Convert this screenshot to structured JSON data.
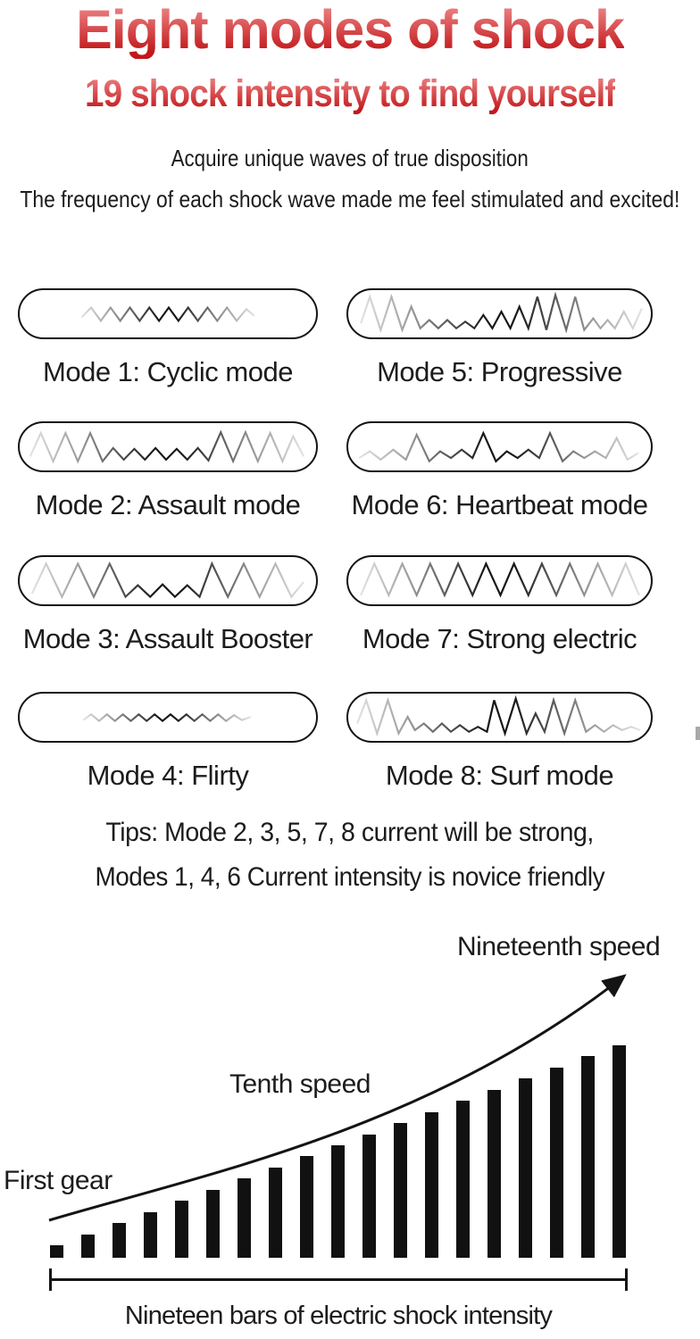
{
  "page": {
    "title": "Eight modes of shock",
    "subtitle": "19 shock intensity to find yourself",
    "tagline1": "Acquire unique waves of true disposition",
    "tagline2": "The frequency of each shock wave made me feel stimulated and excited!",
    "tips_line1": "Tips: Mode 2, 3, 5, 7, 8 current will be strong,",
    "tips_line2": "Modes 1, 4, 6 Current intensity is novice friendly"
  },
  "colors": {
    "title_gradient_top": "#ef8889",
    "title_gradient_bottom": "#c2181b",
    "text": "#1c1c1c",
    "wave_dark": "#161616",
    "wave_light": "#e3e3e3"
  },
  "modes": [
    {
      "label": "Mode 1: Cyclic mode",
      "wave": "70 33, 81 21, 92 37, 103 21, 114 37, 125 21, 136 37, 147 21, 158 37, 169 21, 180 37, 191 21, 202 37, 213 21, 224 37, 235 21, 246 37, 257 23, 266 31"
    },
    {
      "label": "Mode 2: Assault mode",
      "wave": "12 40, 24 12, 38 46, 52 12, 66 46, 80 12, 94 46, 106 30, 118 44, 130 31, 142 44, 154 30, 166 44, 178 31, 190 44, 202 30, 214 45, 228 11, 242 46, 256 11, 270 46, 284 12, 298 46, 310 16, 322 40"
    },
    {
      "label": "Mode 3: Assault Booster",
      "wave": "14 44, 30 8, 48 48, 66 8, 84 48, 102 8, 120 48, 134 34, 148 48, 162 33, 176 48, 190 34, 204 48, 218 8, 236 48, 254 8, 272 48, 290 8, 308 48, 322 30"
    },
    {
      "label": "Mode 4: Flirty",
      "wave": "72 32, 81 25, 90 33, 99 25, 108 33, 117 25, 126 33, 135 25, 144 33, 153 25, 162 33, 171 25, 180 33, 189 25, 198 33, 207 25, 216 33, 225 25, 234 33, 243 26, 252 32, 262 28"
    },
    {
      "label": "Mode 5: Progressive",
      "wave": "14 40, 24 8, 36 48, 48 8, 60 48, 70 20, 80 46, 90 36, 100 46, 110 36, 120 46, 130 38, 140 46, 150 30, 160 46, 170 26, 180 46, 190 20, 200 46, 210 8, 220 48, 230 6, 242 48, 252 8, 262 48, 272 34, 280 46, 288 36, 296 46, 306 26, 316 46, 326 22"
    },
    {
      "label": "Mode 6: Heartbeat mode",
      "wave": "12 42, 24 34, 36 44, 50 32, 64 44, 76 14, 90 46, 102 34, 114 42, 126 32, 138 42, 150 12, 164 46, 176 34, 188 42, 200 32, 212 42, 224 12, 238 46, 250 34, 262 42, 274 34, 286 42, 298 18, 310 44, 322 36"
    },
    {
      "label": "Mode 7: Strong electric",
      "wave": "14 46, 29 8, 45 46, 60 8, 76 46, 91 8, 107 46, 122 8, 138 46, 153 8, 169 46, 184 8, 200 46, 215 8, 231 46, 246 8, 262 46, 277 8, 293 46, 308 8, 323 46"
    },
    {
      "label": "Mode 8: Surf mode",
      "wave": "10 36, 20 8, 32 48, 44 8, 56 48, 66 28, 74 44, 84 36, 94 46, 104 36, 114 46, 124 38, 134 46, 144 40, 154 46, 162 8, 174 48, 186 6, 198 48, 208 24, 218 46, 228 8, 240 48, 252 8, 264 46, 274 38, 284 46, 294 38, 304 44, 314 40, 324 44"
    }
  ],
  "chart_data": {
    "type": "bar",
    "title": "",
    "categories": [
      1,
      2,
      3,
      4,
      5,
      6,
      7,
      8,
      9,
      10,
      11,
      12,
      13,
      14,
      15,
      16,
      17,
      18,
      19
    ],
    "values": [
      1,
      2,
      3,
      4,
      5,
      6,
      7,
      8,
      9,
      10,
      11,
      12,
      13,
      14,
      15,
      16,
      17,
      18,
      19
    ],
    "ylim": [
      0,
      19
    ],
    "xlabel": "Nineteen bars of electric shock intensity",
    "ylabel": "",
    "grid": false,
    "bar_color": "#111111",
    "trend_arrow": true,
    "annotations": [
      {
        "text": "First gear",
        "target_bar": 1
      },
      {
        "text": "Tenth speed",
        "target_bar": 10
      },
      {
        "text": "Nineteenth speed",
        "target_bar": 19
      }
    ]
  }
}
